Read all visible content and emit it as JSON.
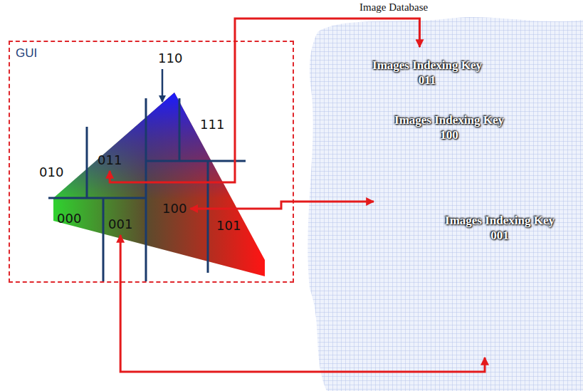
{
  "diagram": {
    "nodes": [
      {
        "text": [
          "GUI"
        ]
      },
      {
        "text": [
          "110"
        ],
        "in": 0
      },
      {
        "text": [
          "111"
        ],
        "in": 0
      },
      {
        "text": [
          "010"
        ],
        "in": 0
      },
      {
        "text": [
          "011"
        ],
        "in": 0
      },
      {
        "text": [
          "000"
        ],
        "in": 0
      },
      {
        "text": [
          "001"
        ],
        "in": 0
      },
      {
        "text": [
          "100"
        ],
        "in": 0
      },
      {
        "text": [
          "101"
        ],
        "in": 0
      },
      {
        "text": [
          "Image Database"
        ]
      },
      {
        "text": [
          "Images Indexing Key 011"
        ],
        "in": 9
      },
      {
        "text": [
          "Images Indexing Key 100"
        ],
        "in": 9
      },
      {
        "text": [
          "Images Indexing Key 001"
        ],
        "in": 9
      }
    ],
    "edges": [
      {
        "from": 4,
        "to": 10,
        "arrow": "both"
      },
      {
        "from": 7,
        "to": 11,
        "arrow": "both"
      },
      {
        "from": 6,
        "to": 12,
        "arrow": "both"
      }
    ]
  }
}
